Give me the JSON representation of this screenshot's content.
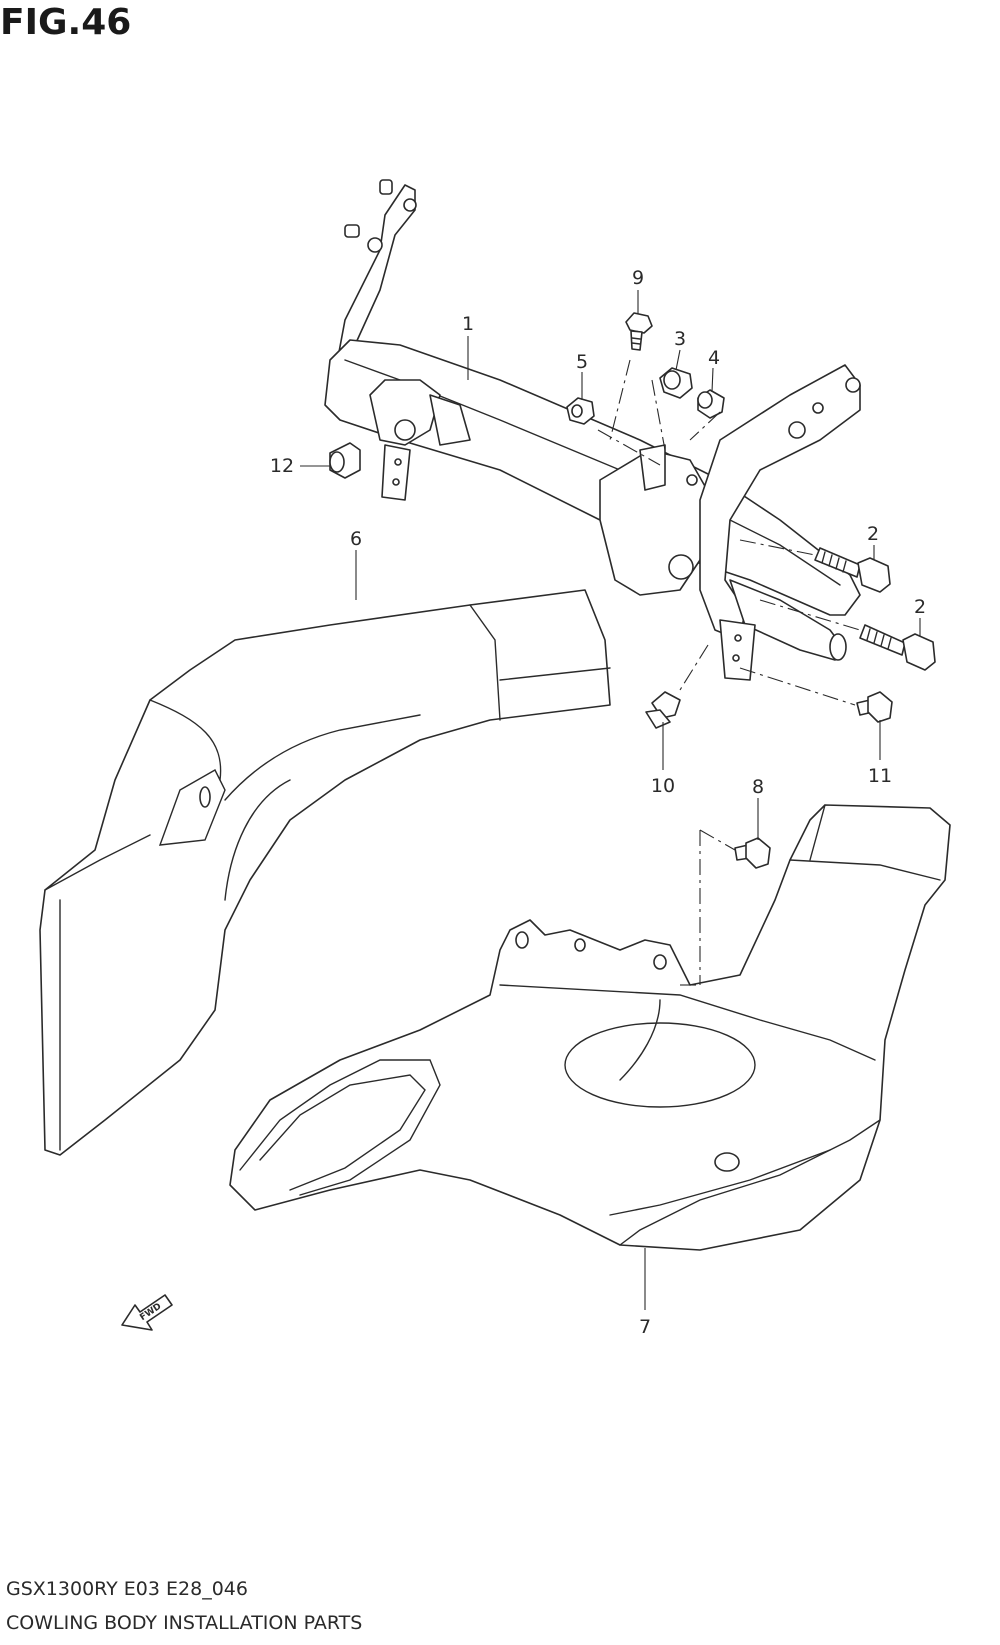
{
  "figure": {
    "title": "FIG.46"
  },
  "callouts": [
    {
      "id": "1",
      "label": "1"
    },
    {
      "id": "2a",
      "label": "2"
    },
    {
      "id": "2b",
      "label": "2"
    },
    {
      "id": "3",
      "label": "3"
    },
    {
      "id": "4",
      "label": "4"
    },
    {
      "id": "5",
      "label": "5"
    },
    {
      "id": "6",
      "label": "6"
    },
    {
      "id": "7",
      "label": "7"
    },
    {
      "id": "8",
      "label": "8"
    },
    {
      "id": "9",
      "label": "9"
    },
    {
      "id": "10",
      "label": "10"
    },
    {
      "id": "11",
      "label": "11"
    },
    {
      "id": "12",
      "label": "12"
    }
  ],
  "fwd_arrow": {
    "label": "FWD"
  },
  "footer": {
    "model_code": "GSX1300RY  E03  E28_046",
    "description": "COWLING BODY INSTALLATION PARTS"
  }
}
